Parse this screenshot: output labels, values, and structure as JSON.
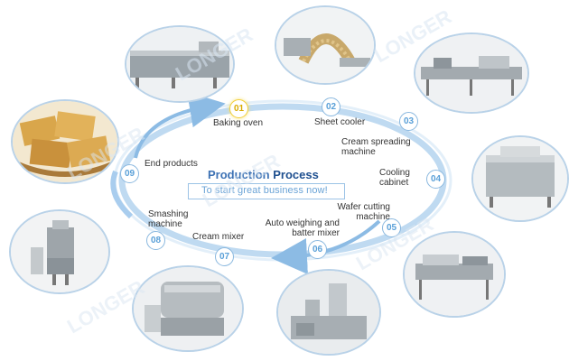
{
  "center": {
    "title_word1": "Production",
    "title_word2": "Process",
    "subtitle": "To start great business now!"
  },
  "steps": [
    {
      "num": "01",
      "label": "Baking oven"
    },
    {
      "num": "02",
      "label": "Sheet cooler"
    },
    {
      "num": "03",
      "label": "Cream spreading machine"
    },
    {
      "num": "04",
      "label": "Cooling cabinet"
    },
    {
      "num": "05",
      "label": "Wafer cutting machine"
    },
    {
      "num": "06",
      "label": "Auto weighing and batter mixer"
    },
    {
      "num": "07",
      "label": "Cream mixer"
    },
    {
      "num": "08",
      "label": "Smashing machine"
    },
    {
      "num": "09",
      "label": "End products"
    }
  ],
  "watermark": "LONGER",
  "colors": {
    "ring": "#9cc6ea",
    "ring_dark": "#6ea9dc",
    "accent_first": "#f2cf3a",
    "title": "#3d72b4"
  }
}
